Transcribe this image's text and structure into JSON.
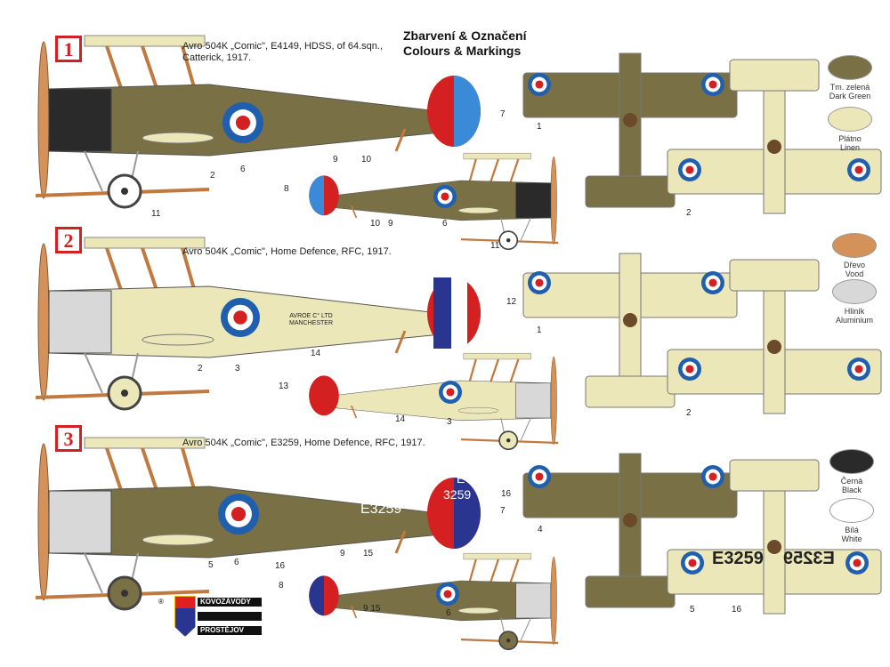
{
  "header": {
    "title_cz": "Zbarvení & Označení",
    "title_en": "Colours & Markings"
  },
  "schemes": [
    {
      "badge": "1",
      "caption_line1": "Avro 504K „Comic\", E4149, HDSS, of  64.sqn.,",
      "caption_line2": "Catterick, 1917.",
      "fuselage_color": "#7a7045",
      "callouts": [
        "7",
        "6",
        "2",
        "9",
        "10",
        "11",
        "8",
        "10",
        "9",
        "6",
        "11",
        "1",
        "2"
      ]
    },
    {
      "badge": "2",
      "caption_line1": "Avro 504K „Comic\", Home Defence, RFC, 1917.",
      "caption_line2": "",
      "fuselage_color": "#ece7b8",
      "marking_line1": "AVROE C° LTD",
      "marking_line2": "MANCHESTER",
      "callouts": [
        "12",
        "3",
        "2",
        "14",
        "13",
        "14",
        "3",
        "1",
        "2"
      ]
    },
    {
      "badge": "3",
      "caption_line1": "Avro 504K „Comic\", E3259, Home Defence, RFC, 1917.",
      "caption_line2": "",
      "fuselage_color": "#7a7045",
      "serial": "E3259",
      "rudder_letter": "E",
      "rudder_number": "3259",
      "callouts": [
        "16",
        "7",
        "6",
        "5",
        "9",
        "15",
        "4",
        "16",
        "8",
        "9 15",
        "6",
        "5",
        "16"
      ]
    }
  ],
  "swatches": [
    {
      "cz": "Tm. zelená",
      "en": "Dark Green",
      "color": "#7a7045"
    },
    {
      "cz": "Plátno",
      "en": "Linen",
      "color": "#ece7b8"
    },
    {
      "cz": "Dřevo",
      "en": "Vood",
      "color": "#d4925a"
    },
    {
      "cz": "Hliník",
      "en": "Aluminium",
      "color": "#d8d8d8"
    },
    {
      "cz": "Černá",
      "en": "Black",
      "color": "#2a2a2a"
    },
    {
      "cz": "Bílá",
      "en": "White",
      "color": "#ffffff"
    }
  ],
  "logo": {
    "line1": "KOVOZÁVODY",
    "line2": "PROSTĚJOV",
    "registered": "®"
  }
}
